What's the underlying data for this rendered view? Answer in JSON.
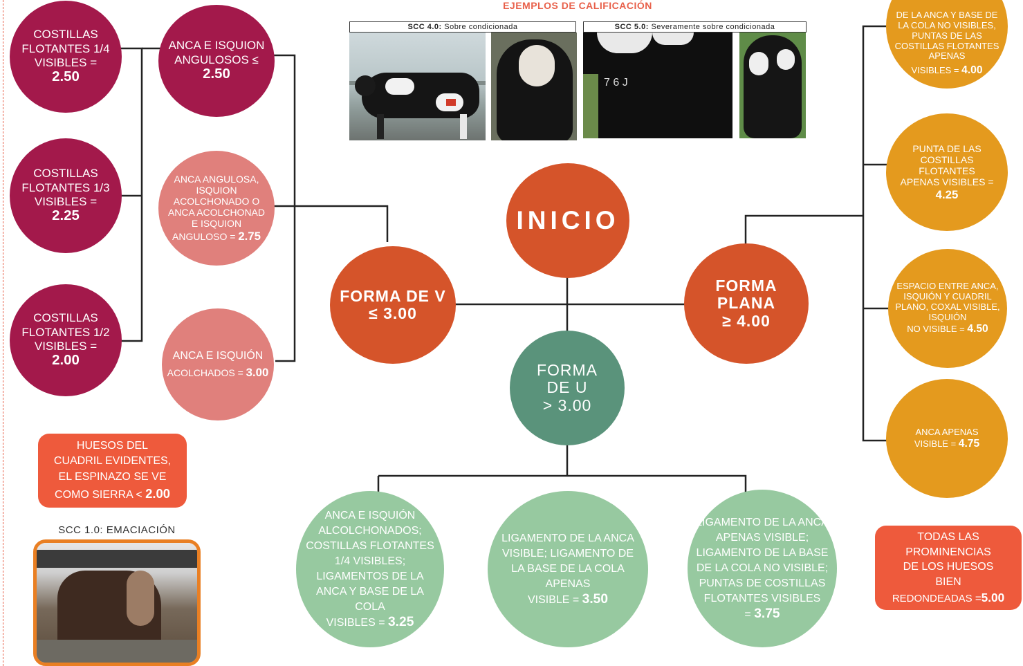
{
  "header": {
    "title": "EJEMPLOS DE CALIFICACIÓN"
  },
  "examples": [
    {
      "grade": "SCC 4.0:",
      "desc": "Sobre condicionada"
    },
    {
      "grade": "SCC 5.0:",
      "desc": "Severamente sobre condicionada"
    }
  ],
  "start": {
    "label": "INICIO"
  },
  "v_shape": {
    "line1": "FORMA DE V",
    "value": "≤ 3.00"
  },
  "u_shape": {
    "line1": "FORMA",
    "line2": "DE U",
    "value": "> 3.00"
  },
  "flat_shape": {
    "line1": "FORMA",
    "line2": "PLANA",
    "value": "≥ 4.00"
  },
  "left_nodes": [
    {
      "text": "COSTILLAS FLOTANTES 1/4",
      "pre": "VISIBLES =",
      "value": "2.50"
    },
    {
      "text": "COSTILLAS FLOTANTES 1/3",
      "pre": "VISIBLES =",
      "value": "2.25"
    },
    {
      "text": "COSTILLAS FLOTANTES 1/2",
      "pre": "VISIBLES =",
      "value": "2.00"
    }
  ],
  "v_nodes": [
    {
      "text": "ANCA E ISQUION",
      "pre": "ANGULOSOS ≤",
      "value": "2.50"
    },
    {
      "text": "ANCA ANGULOSA, ISQUION ACOLCHONADO O ANCA ACOLCHONAD E ISQUION",
      "pre": "ANGULOSO =",
      "value": "2.75"
    },
    {
      "text": "ANCA E ISQUIÓN",
      "pre": "ACOLCHADOS =",
      "value": "3.00"
    }
  ],
  "u_nodes": [
    {
      "text": "ANCA E ISQUIÓN ALCOLCHONADOS; COSTILLAS FLOTANTES 1/4 VISIBLES; LIGAMENTOS DE LA ANCA Y BASE DE LA COLA",
      "pre": "VISIBLES =",
      "value": "3.25"
    },
    {
      "text": "LIGAMENTO DE LA ANCA VISIBLE; LIGAMENTO DE LA BASE DE LA COLA APENAS",
      "pre": "VISIBLE =",
      "value": "3.50"
    },
    {
      "text": "LIGAMENTO DE LA ANCA APENAS VISIBLE; LIGAMENTO DE LA BASE DE LA COLA NO VISIBLE; PUNTAS DE COSTILLAS FLOTANTES VISIBLES",
      "pre": "=",
      "value": "3.75"
    }
  ],
  "flat_nodes": [
    {
      "text": "DE LA ANCA Y BASE DE LA COLA NO VISIBLES, PUNTAS DE LAS COSTILLAS FLOTANTES APENAS",
      "pre": "VISIBLES =",
      "value": "4.00"
    },
    {
      "text": "PUNTA DE LAS COSTILLAS FLOTANTES",
      "pre": "APENAS VISIBLES =",
      "value": "4.25"
    },
    {
      "text": "ESPACIO ENTRE ANCA, ISQUIÓN Y CUADRIL PLANO, COXAL VISIBLE, ISQUIÓN",
      "pre": "NO VISIBLE =",
      "value": "4.50"
    },
    {
      "text": "ANCA APENAS",
      "pre": "VISIBLE =",
      "value": "4.75"
    }
  ],
  "box_low": {
    "line1": "HUESOS DEL",
    "line2": "CUADRIL EVIDENTES,",
    "line3": "EL ESPINAZO SE VE",
    "pre": "COMO SIERRA <",
    "value": "2.00"
  },
  "box_high": {
    "line1": "TODAS LAS",
    "line2": "PROMINENCIAS",
    "line3": "DE LOS HUESOS",
    "line4": "BIEN",
    "pre": "REDONDEADAS =",
    "value": "5.00"
  },
  "emaciation": {
    "caption": "SCC 1.0: EMACIACIÓN"
  },
  "colors": {
    "maroon": "#a3194b",
    "pink": "#e0807c",
    "main_orange": "#d5542a",
    "teal": "#5a937b",
    "light_green": "#97c9a0",
    "orange": "#e49a1e",
    "red_box": "#ee5a3c",
    "header_text": "#e8604a"
  }
}
